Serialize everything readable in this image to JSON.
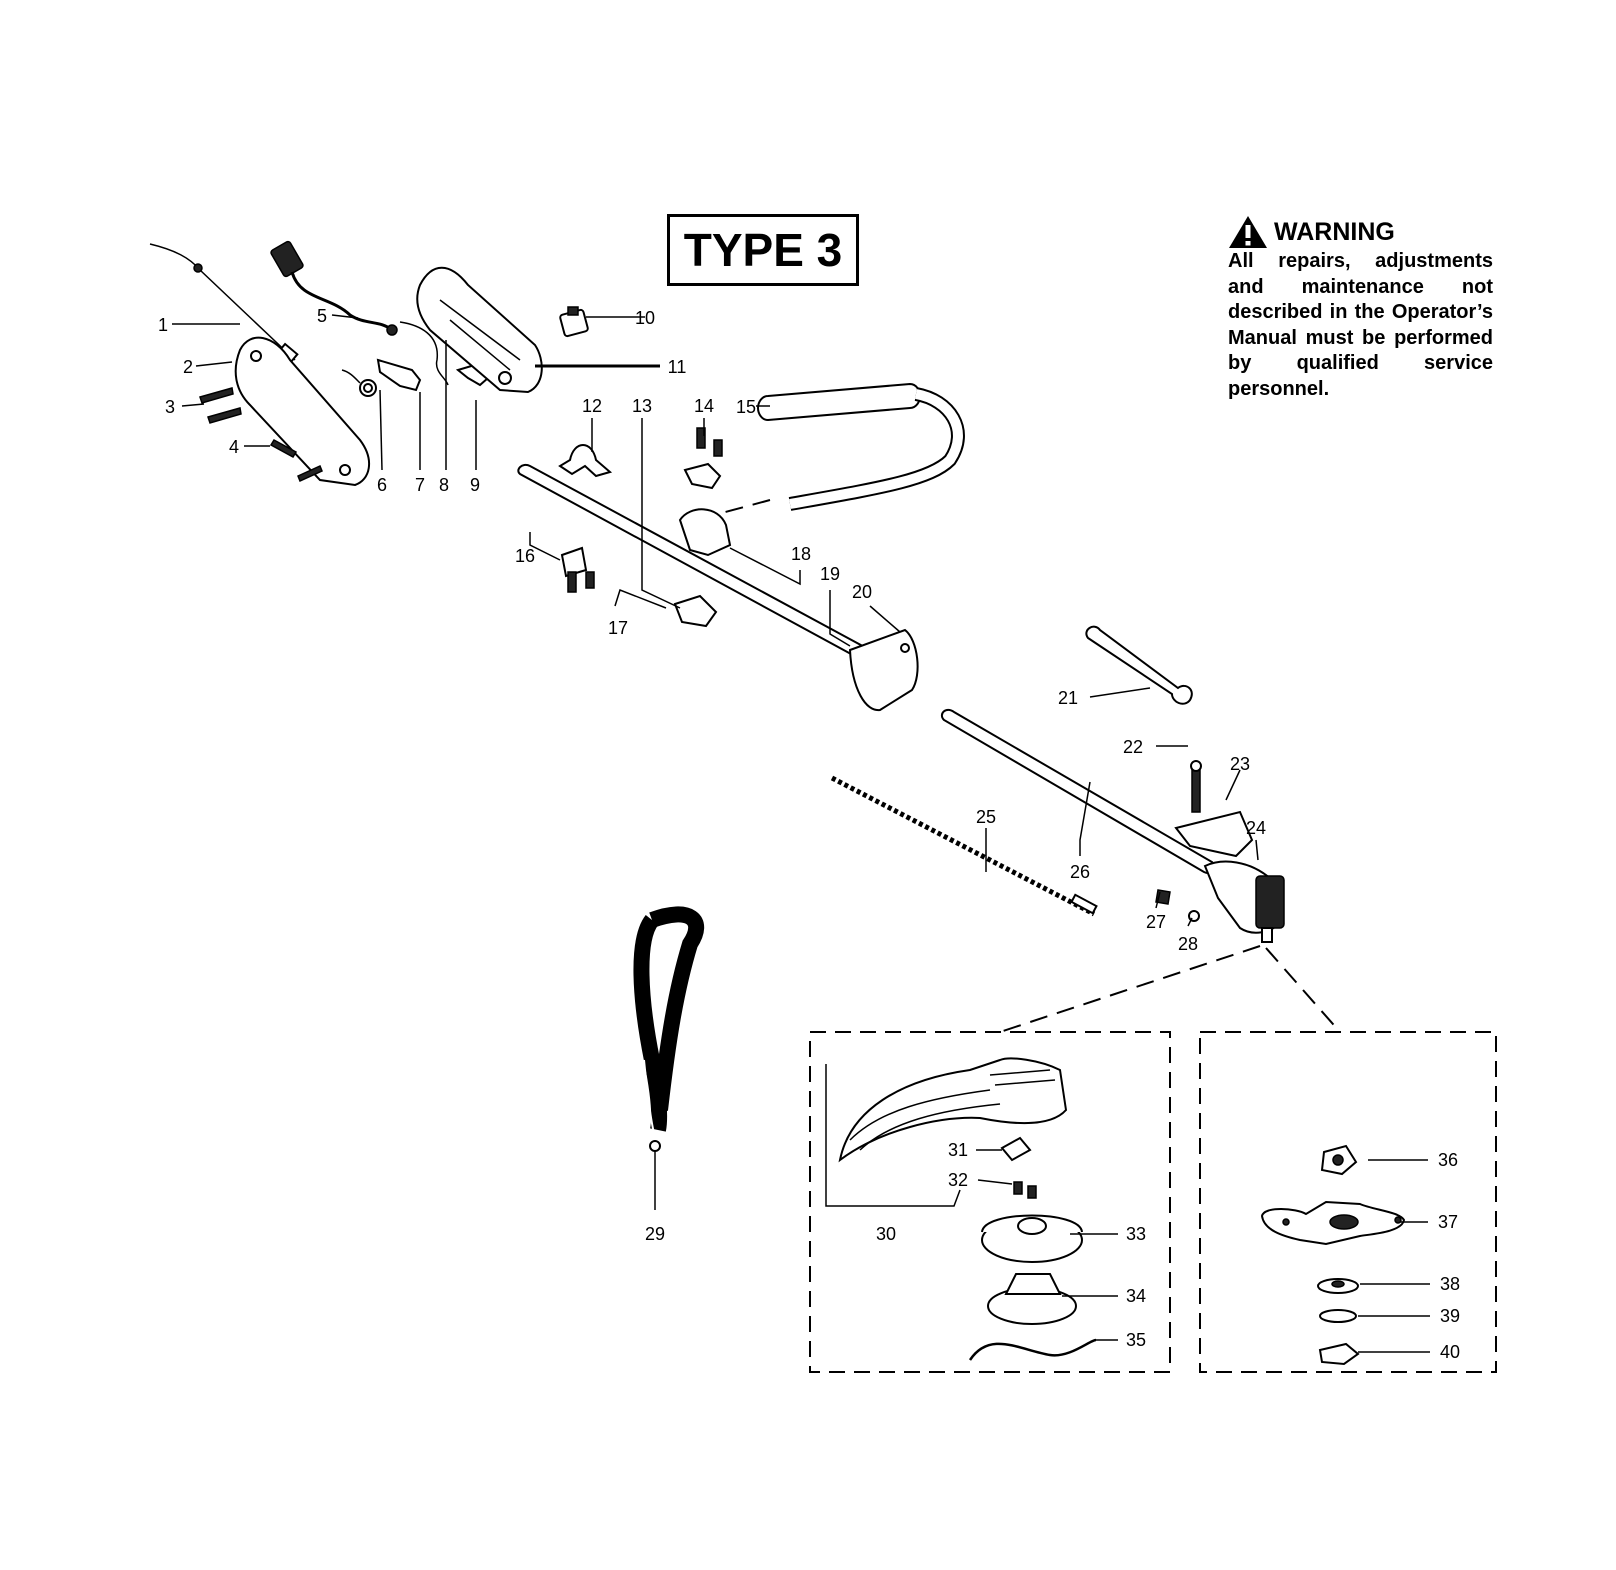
{
  "title": "TYPE 3",
  "warning": {
    "heading": "WARNING",
    "icon": "warning-triangle-icon",
    "text": "All repairs, adjustments and maintenance not described in the Operator’s Manual must be performed by qualified service personnel."
  },
  "callouts": [
    "1",
    "2",
    "3",
    "4",
    "5",
    "6",
    "7",
    "8",
    "9",
    "10",
    "11",
    "12",
    "13",
    "14",
    "15",
    "16",
    "17",
    "18",
    "19",
    "20",
    "21",
    "22",
    "23",
    "24",
    "25",
    "26",
    "27",
    "28",
    "29",
    "30",
    "31",
    "32",
    "33",
    "34",
    "35",
    "36",
    "37",
    "38",
    "39",
    "40"
  ]
}
